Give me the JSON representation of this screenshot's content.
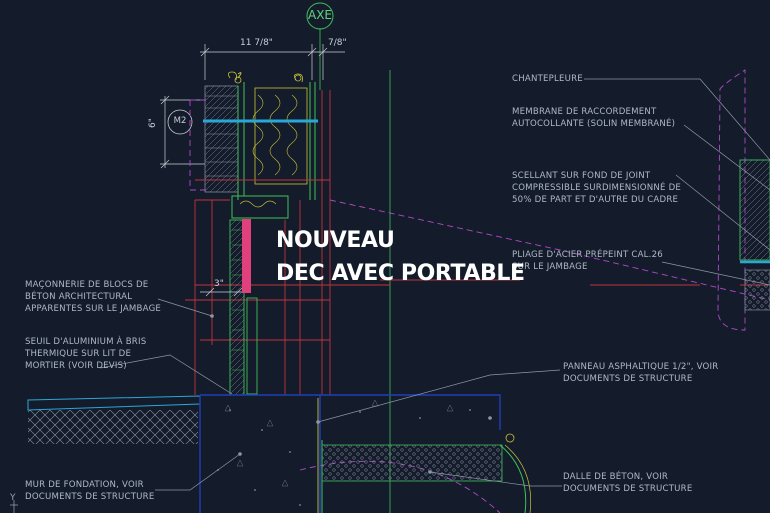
{
  "drawing": {
    "axis_marker": "AXE",
    "section_marker": "M2",
    "dimensions": {
      "top_main": "11 7/8\"",
      "top_small": "7/8\"",
      "vertical": "6\"",
      "joint": "3\""
    },
    "ucs_axis": "Y",
    "colors": {
      "background": "#141c2b",
      "note_text": "#aeb8c6",
      "leader": "#8e97a8",
      "accent": "#e0407b",
      "green_lines": "#3fbf5a",
      "red_lines": "#c0343c",
      "magenta_dash": "#b04ac8",
      "cyan_flashing": "#2aa7d8",
      "yellow_lines": "#c9c23a"
    }
  },
  "annotations": [
    {
      "text": "CHANTEPLEURE"
    },
    {
      "text": "MEMBRANE DE RACCORDEMENT\nAUTOCOLLANTE (SOLIN MEMBRANÉ)"
    },
    {
      "text": "SCELLANT SUR FOND DE JOINT\nCOMPRESSIBLE SURDIMENSIONNÉ DE\n50% DE PART ET D'AUTRE DU CADRE"
    },
    {
      "text": "PLIAGE D'ACIER PRÉPEINT CAL.26\nSUR LE JAMBAGE"
    },
    {
      "text": "MAÇONNERIE DE BLOCS DE\nBÉTON ARCHITECTURAL\nAPPARENTES SUR LE JAMBAGE"
    },
    {
      "text": "SEUIL D'ALUMINIUM À BRIS\nTHERMIQUE SUR LIT DE\nMORTIER (VOIR DEVIS)"
    },
    {
      "text": "PANNEAU ASPHALTIQUE 1/2\", VOIR\nDOCUMENTS DE STRUCTURE"
    },
    {
      "text": "MUR DE FONDATION, VOIR\nDOCUMENTS DE STRUCTURE"
    },
    {
      "text": "DALLE DE BÉTON, VOIR\nDOCUMENTS DE STRUCTURE"
    }
  ],
  "overlay": {
    "headline_line1": "NOUVEAU",
    "headline_line2": "DEC AVEC PORTABLE"
  }
}
